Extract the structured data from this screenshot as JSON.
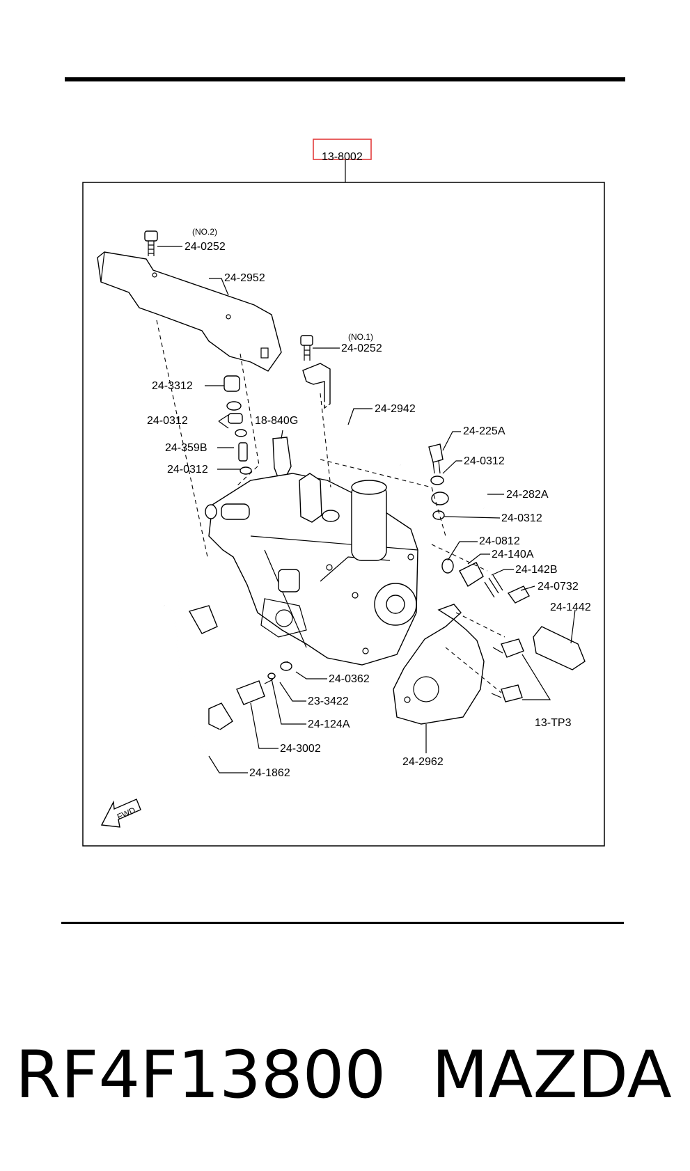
{
  "assembly_label": "13-8002",
  "forward_label": "FWD",
  "callouts": [
    {
      "id": "c1",
      "text": "24-0252",
      "note": "(NO.2)"
    },
    {
      "id": "c2",
      "text": "24-2952"
    },
    {
      "id": "c3",
      "text": "24-0252",
      "note": "(NO.1)"
    },
    {
      "id": "c4",
      "text": "24-3312"
    },
    {
      "id": "c5",
      "text": "24-2942"
    },
    {
      "id": "c6",
      "text": "24-0312"
    },
    {
      "id": "c7",
      "text": "18-840G"
    },
    {
      "id": "c8",
      "text": "24-225A"
    },
    {
      "id": "c9",
      "text": "24-359B"
    },
    {
      "id": "c10",
      "text": "24-0312"
    },
    {
      "id": "c11",
      "text": "24-0312"
    },
    {
      "id": "c12",
      "text": "24-282A"
    },
    {
      "id": "c13",
      "text": "24-0312"
    },
    {
      "id": "c14",
      "text": "24-0812"
    },
    {
      "id": "c15",
      "text": "24-140A"
    },
    {
      "id": "c16",
      "text": "24-142B"
    },
    {
      "id": "c17",
      "text": "24-0732"
    },
    {
      "id": "c18",
      "text": "24-1442"
    },
    {
      "id": "c19",
      "text": "24-0362"
    },
    {
      "id": "c20",
      "text": "23-3422"
    },
    {
      "id": "c21",
      "text": "24-124A"
    },
    {
      "id": "c22",
      "text": "13-TP3"
    },
    {
      "id": "c23",
      "text": "24-3002"
    },
    {
      "id": "c24",
      "text": "24-2962"
    },
    {
      "id": "c25",
      "text": "24-1862"
    }
  ],
  "footer": {
    "part_number": "RF4F13800",
    "brand": "MAZDA"
  }
}
